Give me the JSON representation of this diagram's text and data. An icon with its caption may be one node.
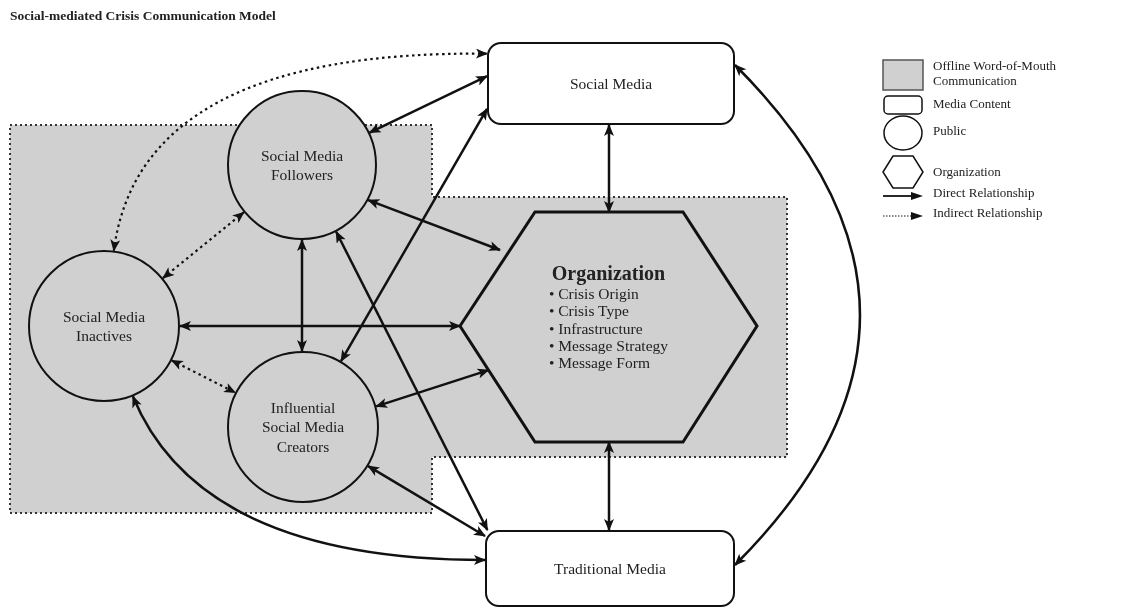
{
  "diagram": {
    "title": "Social-mediated Crisis Communication Model",
    "nodes": [
      {
        "text": [
          "Social Media"
        ]
      },
      {
        "text": [
          "Social Media Followers"
        ]
      },
      {
        "text": [
          "Social Media Inactives"
        ]
      },
      {
        "text": [
          "Influential Social Media Creators"
        ]
      },
      {
        "text": [
          "Organization",
          "• Crisis Origin",
          "• Crisis Type",
          "• Infrastructure",
          "• Message Strategy",
          "• Message Form"
        ]
      },
      {
        "text": [
          "Traditional Media"
        ]
      }
    ],
    "edges": [
      {
        "from": 2,
        "to": 0,
        "arrow": "both",
        "style": "dashed"
      },
      {
        "from": 1,
        "to": 0,
        "arrow": "both"
      },
      {
        "from": 3,
        "to": 0,
        "arrow": "both"
      },
      {
        "from": 1,
        "to": 4,
        "arrow": "both"
      },
      {
        "from": 2,
        "to": 4,
        "arrow": "both"
      },
      {
        "from": 1,
        "to": 3,
        "arrow": "both"
      },
      {
        "from": 2,
        "to": 1,
        "arrow": "both",
        "style": "dashed"
      },
      {
        "from": 2,
        "to": 3,
        "arrow": "both",
        "style": "dashed"
      },
      {
        "from": 3,
        "to": 4,
        "arrow": "both"
      },
      {
        "from": 1,
        "to": 5,
        "arrow": "both"
      },
      {
        "from": 3,
        "to": 5,
        "arrow": "both"
      },
      {
        "from": 2,
        "to": 5,
        "arrow": "both"
      },
      {
        "from": 0,
        "to": 4,
        "arrow": "both"
      },
      {
        "from": 4,
        "to": 5,
        "arrow": "both"
      },
      {
        "from": 0,
        "to": 5,
        "arrow": "both"
      }
    ],
    "legend": [
      {
        "text": "Offline Word-of-Mouth Communication",
        "color": "#d0d0d0"
      },
      {
        "text": "Media Content"
      },
      {
        "text": "Public"
      },
      {
        "text": "Organization"
      },
      {
        "text": "Direct Relationship"
      },
      {
        "text": "Indirect Relationship"
      }
    ]
  }
}
